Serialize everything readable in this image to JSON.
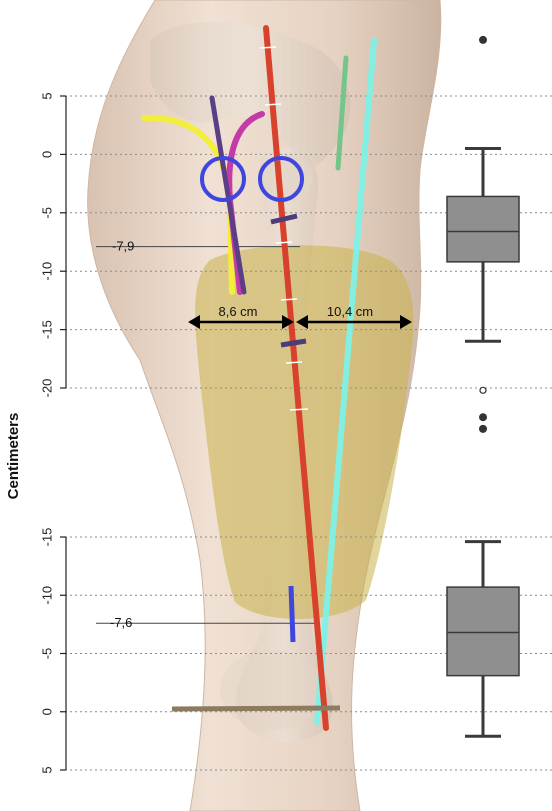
{
  "chart_data": {
    "type": "box",
    "ylabel": "Centimeters",
    "panels": [
      {
        "name": "upper",
        "ticks": [
          5,
          0,
          -5,
          -10,
          -15,
          -20
        ],
        "tick_labels": [
          "5",
          "0",
          "-5",
          "-10",
          "-15",
          "-20"
        ],
        "ylim": [
          5,
          -20
        ],
        "reference_line": {
          "value": -7.9,
          "label": "-7,9"
        },
        "box": {
          "whisker_high": 0.5,
          "q3": -3.6,
          "median": -6.6,
          "q1": -9.2,
          "whisker_low": -16
        },
        "outliers": [
          {
            "value": 9.8,
            "filled": true
          },
          {
            "value": -20.2,
            "filled": false
          },
          {
            "value": -22.5,
            "filled": true
          },
          {
            "value": -23.5,
            "filled": true
          }
        ],
        "measurements": [
          {
            "label": "8,6 cm"
          },
          {
            "label": "10,4 cm"
          }
        ]
      },
      {
        "name": "lower",
        "ticks": [
          -15,
          -10,
          -5,
          0,
          5
        ],
        "tick_labels": [
          "-15",
          "-10",
          "-5",
          "0",
          "5"
        ],
        "ylim": [
          -15,
          5
        ],
        "reference_line": {
          "value": -7.6,
          "label": "-7,6"
        },
        "box": {
          "whisker_high": -14.6,
          "q3": -10.7,
          "median": -6.8,
          "q1": -3.1,
          "whisker_low": 2.1
        },
        "outliers": []
      }
    ]
  },
  "colors": {
    "box_fill": "#8f8f8f",
    "box_stroke": "#3a3a3a",
    "grid": "#8c8c8c",
    "femur_axis": "#d8422c",
    "mechanical_axis": "#7ef2e6",
    "zone_fill": "#c9b24a",
    "skin": "#e9d6c6"
  }
}
